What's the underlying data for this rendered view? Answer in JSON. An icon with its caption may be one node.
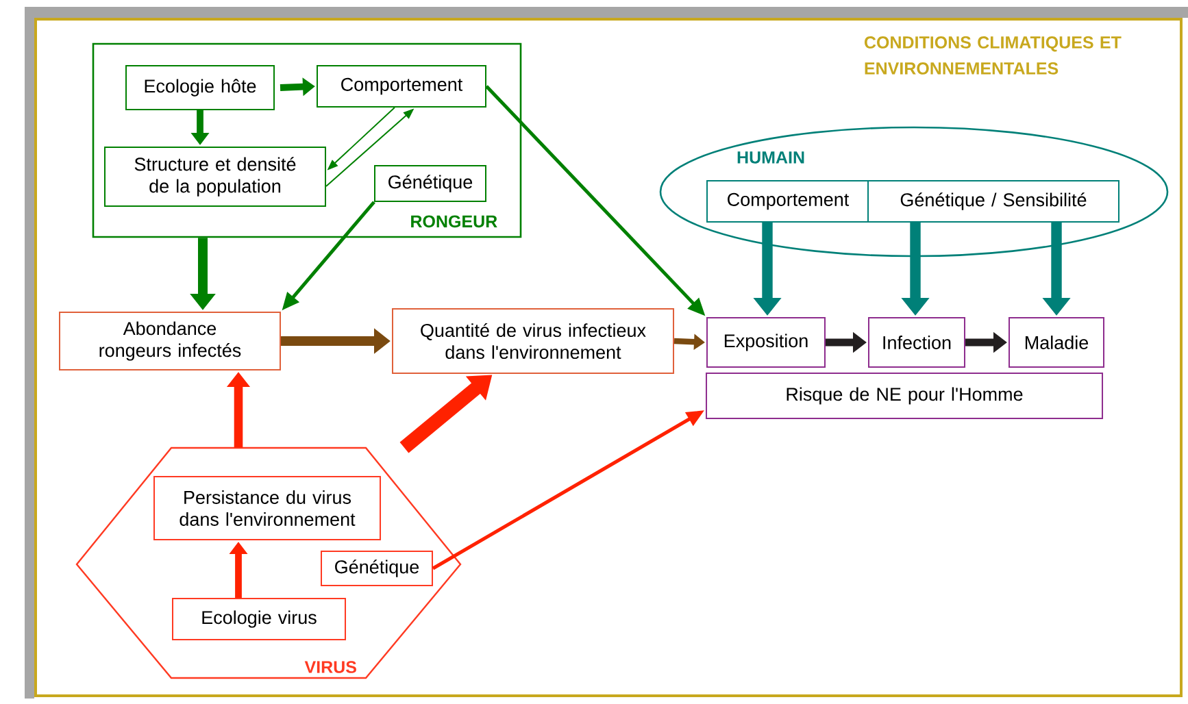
{
  "diagram": {
    "nodes": [
      {
        "text": [
          "CONDITIONS CLIMATIQUES ET ENVIRONNEMENTALES"
        ]
      },
      {
        "text": [
          "RONGEUR"
        ],
        "in": 0
      },
      {
        "text": [
          "Ecologie hôte"
        ],
        "in": 1
      },
      {
        "text": [
          "Comportement"
        ],
        "in": 1
      },
      {
        "text": [
          "Structure et densité de la population"
        ],
        "in": 1
      },
      {
        "text": [
          "Génétique"
        ],
        "in": 1
      },
      {
        "text": [
          "Abondance rongeurs infectés"
        ],
        "in": 0
      },
      {
        "text": [
          "Quantité de virus infectieux dans l'environnement"
        ],
        "in": 0
      },
      {
        "text": [
          "HUMAIN"
        ],
        "in": 0
      },
      {
        "text": [
          "Comportement"
        ],
        "in": 8
      },
      {
        "text": [
          "Génétique / Sensibilité"
        ],
        "in": 8
      },
      {
        "text": [
          "Exposition"
        ],
        "in": 0
      },
      {
        "text": [
          "Infection"
        ],
        "in": 0
      },
      {
        "text": [
          "Maladie"
        ],
        "in": 0
      },
      {
        "text": [
          "Risque de NE pour l'Homme"
        ],
        "in": 0
      },
      {
        "text": [
          "VIRUS"
        ],
        "in": 0
      },
      {
        "text": [
          "Persistance du virus dans l'environnement"
        ],
        "in": 15
      },
      {
        "text": [
          "Génétique"
        ],
        "in": 15
      },
      {
        "text": [
          "Ecologie virus"
        ],
        "in": 15
      }
    ],
    "edges": [
      {
        "from": 2,
        "to": 3,
        "arrow": "to"
      },
      {
        "from": 2,
        "to": 4,
        "arrow": "to"
      },
      {
        "from": 3,
        "to": 4,
        "arrow": "to"
      },
      {
        "from": 4,
        "to": 3,
        "arrow": "to"
      },
      {
        "from": 1,
        "to": 6,
        "arrow": "to"
      },
      {
        "from": 5,
        "to": 6,
        "arrow": "to"
      },
      {
        "from": 3,
        "to": 11,
        "arrow": "to"
      },
      {
        "from": 6,
        "to": 7,
        "arrow": "to",
        "color": "#7a4a10"
      },
      {
        "from": 7,
        "to": 11,
        "arrow": "to",
        "color": "#7a4a10"
      },
      {
        "from": 9,
        "to": 11,
        "arrow": "to",
        "color": "#008078"
      },
      {
        "from": 10,
        "to": 12,
        "arrow": "to",
        "color": "#008078"
      },
      {
        "from": 10,
        "to": 13,
        "arrow": "to",
        "color": "#008078"
      },
      {
        "from": 11,
        "to": 12,
        "arrow": "to",
        "color": "#231f20"
      },
      {
        "from": 12,
        "to": 13,
        "arrow": "to",
        "color": "#231f20"
      },
      {
        "from": 15,
        "to": 6,
        "arrow": "to",
        "color": "#ff2200"
      },
      {
        "from": 15,
        "to": 7,
        "arrow": "to",
        "style": "thick",
        "color": "#ff2200"
      },
      {
        "from": 17,
        "to": 14,
        "arrow": "to",
        "color": "#ff2200"
      },
      {
        "from": 18,
        "to": 16,
        "arrow": "to",
        "color": "#ff2200"
      }
    ]
  }
}
